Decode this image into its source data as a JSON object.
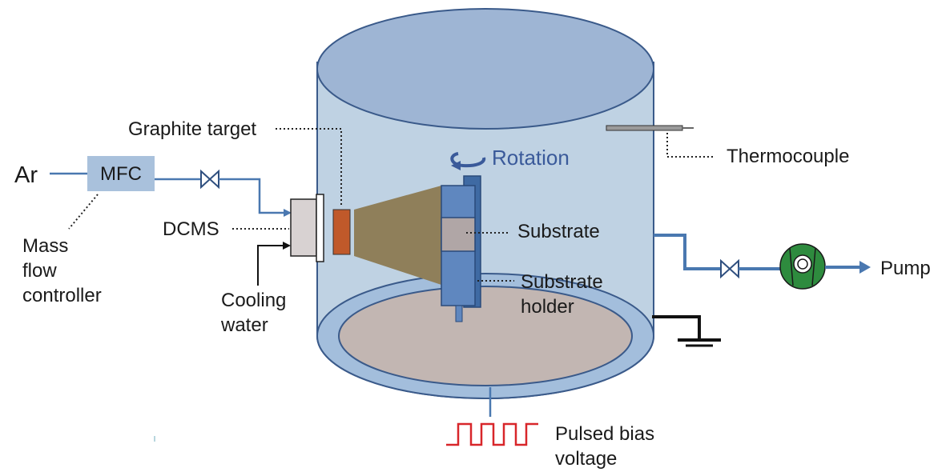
{
  "labels": {
    "ar": "Ar",
    "mfc": "MFC",
    "mass_flow_line1": "Mass",
    "mass_flow_line2": "flow",
    "mass_flow_line3": "controller",
    "graphite_target": "Graphite target",
    "dcms": "DCMS",
    "cooling_line1": "Cooling",
    "cooling_line2": "water",
    "rotation": "Rotation",
    "substrate": "Substrate",
    "substrate_holder_line1": "Substrate",
    "substrate_holder_line2": "holder",
    "thermocouple": "Thermocouple",
    "pump": "Pump",
    "pulsed_line1": "Pulsed bias",
    "pulsed_line2": "voltage"
  },
  "colors": {
    "chamber_body": "#bfd2e3",
    "chamber_lid": "#9eb5d4",
    "chamber_outline": "#3a5a8a",
    "floor_ring": "#a3bedc",
    "floor_plate": "#c2b6b2",
    "holder": "#5f87bf",
    "substrate": "#b0a6a6",
    "target": "#c0592a",
    "plasma": "#8f7f5a",
    "mfc_box": "#a9c1dc",
    "pump": "#2e8b3e",
    "pulse": "#d8262a",
    "pipe": "#4a78b0"
  }
}
